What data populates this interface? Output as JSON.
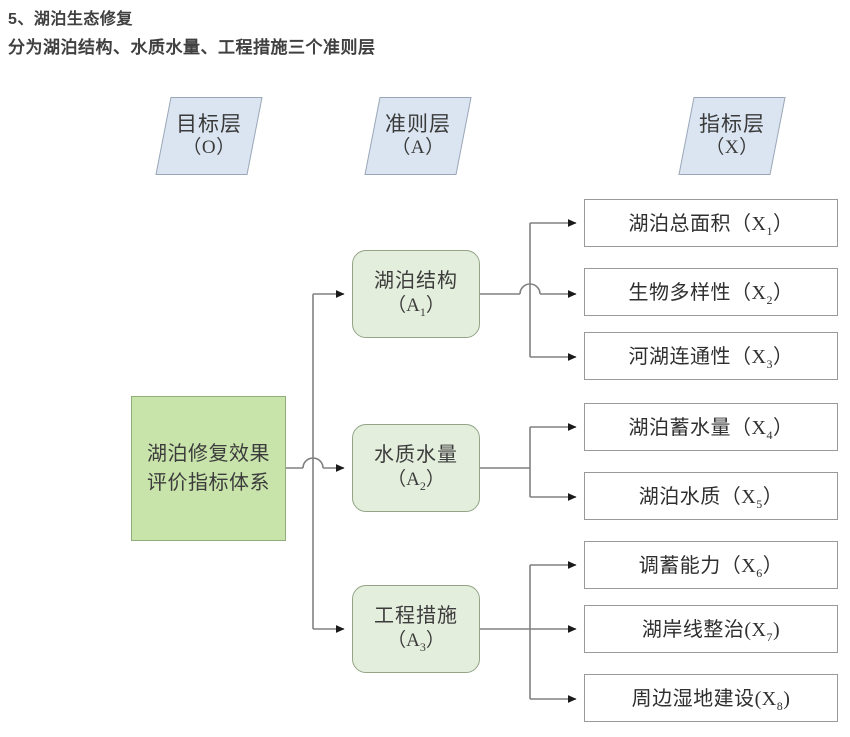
{
  "heading": {
    "line1": "5、湖泊生态修复",
    "line2": "分为湖泊结构、水质水量、工程措施三个准则层"
  },
  "layer_tags": [
    {
      "name": "goal-layer-tag",
      "main": "目标层",
      "sub": "（O）"
    },
    {
      "name": "criteria-layer-tag",
      "main": "准则层",
      "sub": "（A）"
    },
    {
      "name": "index-layer-tag",
      "main": "指标层",
      "sub": "（X）"
    }
  ],
  "goal": {
    "label": "湖泊修复效果评价指标体系"
  },
  "criteria": [
    {
      "id": "A1",
      "label": "湖泊结构",
      "code_prefix": "（A",
      "code_sub": "1",
      "code_suffix": "）"
    },
    {
      "id": "A2",
      "label": "水质水量",
      "code_prefix": "（A",
      "code_sub": "2",
      "code_suffix": "）"
    },
    {
      "id": "A3",
      "label": "工程措施",
      "code_prefix": "（A",
      "code_sub": "3",
      "code_suffix": "）"
    }
  ],
  "indicators": [
    {
      "id": "X1",
      "parent": "A1",
      "label": "湖泊总面积（X",
      "sub": "1",
      "tail": "）"
    },
    {
      "id": "X2",
      "parent": "A1",
      "label": "生物多样性（X",
      "sub": "2",
      "tail": "）"
    },
    {
      "id": "X3",
      "parent": "A1",
      "label": "河湖连通性（X",
      "sub": "3",
      "tail": "）"
    },
    {
      "id": "X4",
      "parent": "A2",
      "label": "湖泊蓄水量（X",
      "sub": "4",
      "tail": "）"
    },
    {
      "id": "X5",
      "parent": "A2",
      "label": "湖泊水质（X",
      "sub": "5",
      "tail": "）"
    },
    {
      "id": "X6",
      "parent": "A3",
      "label": "调蓄能力（X",
      "sub": "6",
      "tail": "）"
    },
    {
      "id": "X7",
      "parent": "A3",
      "label": "湖岸线整治(X",
      "sub": "7",
      "tail": ")"
    },
    {
      "id": "X8",
      "parent": "A3",
      "label": "周边湿地建设(X",
      "sub": "8",
      "tail": ")"
    }
  ],
  "colors": {
    "layer_tag_fill": "#dbe5f1",
    "layer_tag_stroke": "#9aa7b6",
    "goal_fill": "#c8e4ab",
    "goal_stroke": "#8fae7a",
    "criterion_fill": "#e4eedd",
    "criterion_stroke": "#93a487",
    "indicator_fill": "#ffffff",
    "indicator_stroke": "#9a9a9a",
    "connector_stroke": "#808080",
    "heading_text": "#404040",
    "body_text": "#3c3c3c",
    "background": "#ffffff"
  }
}
